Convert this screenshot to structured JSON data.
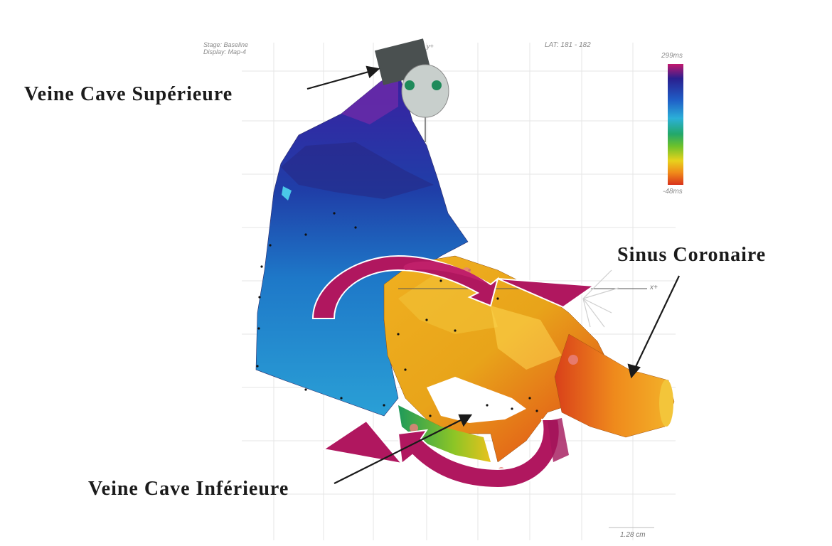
{
  "header": {
    "stage_line": "Stage: Baseline",
    "display_line": "Display: Map-4",
    "lat_range": "LAT: 181 - 182",
    "y_axis_label": "y+"
  },
  "colorbar": {
    "max_label": "299ms",
    "min_label": "-48ms",
    "colors": [
      "#c2186e",
      "#2a1f8f",
      "#1f5fc7",
      "#2bb0d8",
      "#23a86a",
      "#6cc12b",
      "#e8d21c",
      "#f08a1a",
      "#d9331b"
    ]
  },
  "axes": {
    "x_label": "x+",
    "scale_label": "1.28 cm"
  },
  "annotations": {
    "svc": "Veine Cave Supérieure",
    "cs": "Sinus Coronaire",
    "ivc": "Veine Cave Inférieure"
  },
  "colors": {
    "arrow_fill": "#b0175f",
    "arrow_stroke": "#ffffff",
    "annotation_arrow": "#1a1a1a"
  }
}
